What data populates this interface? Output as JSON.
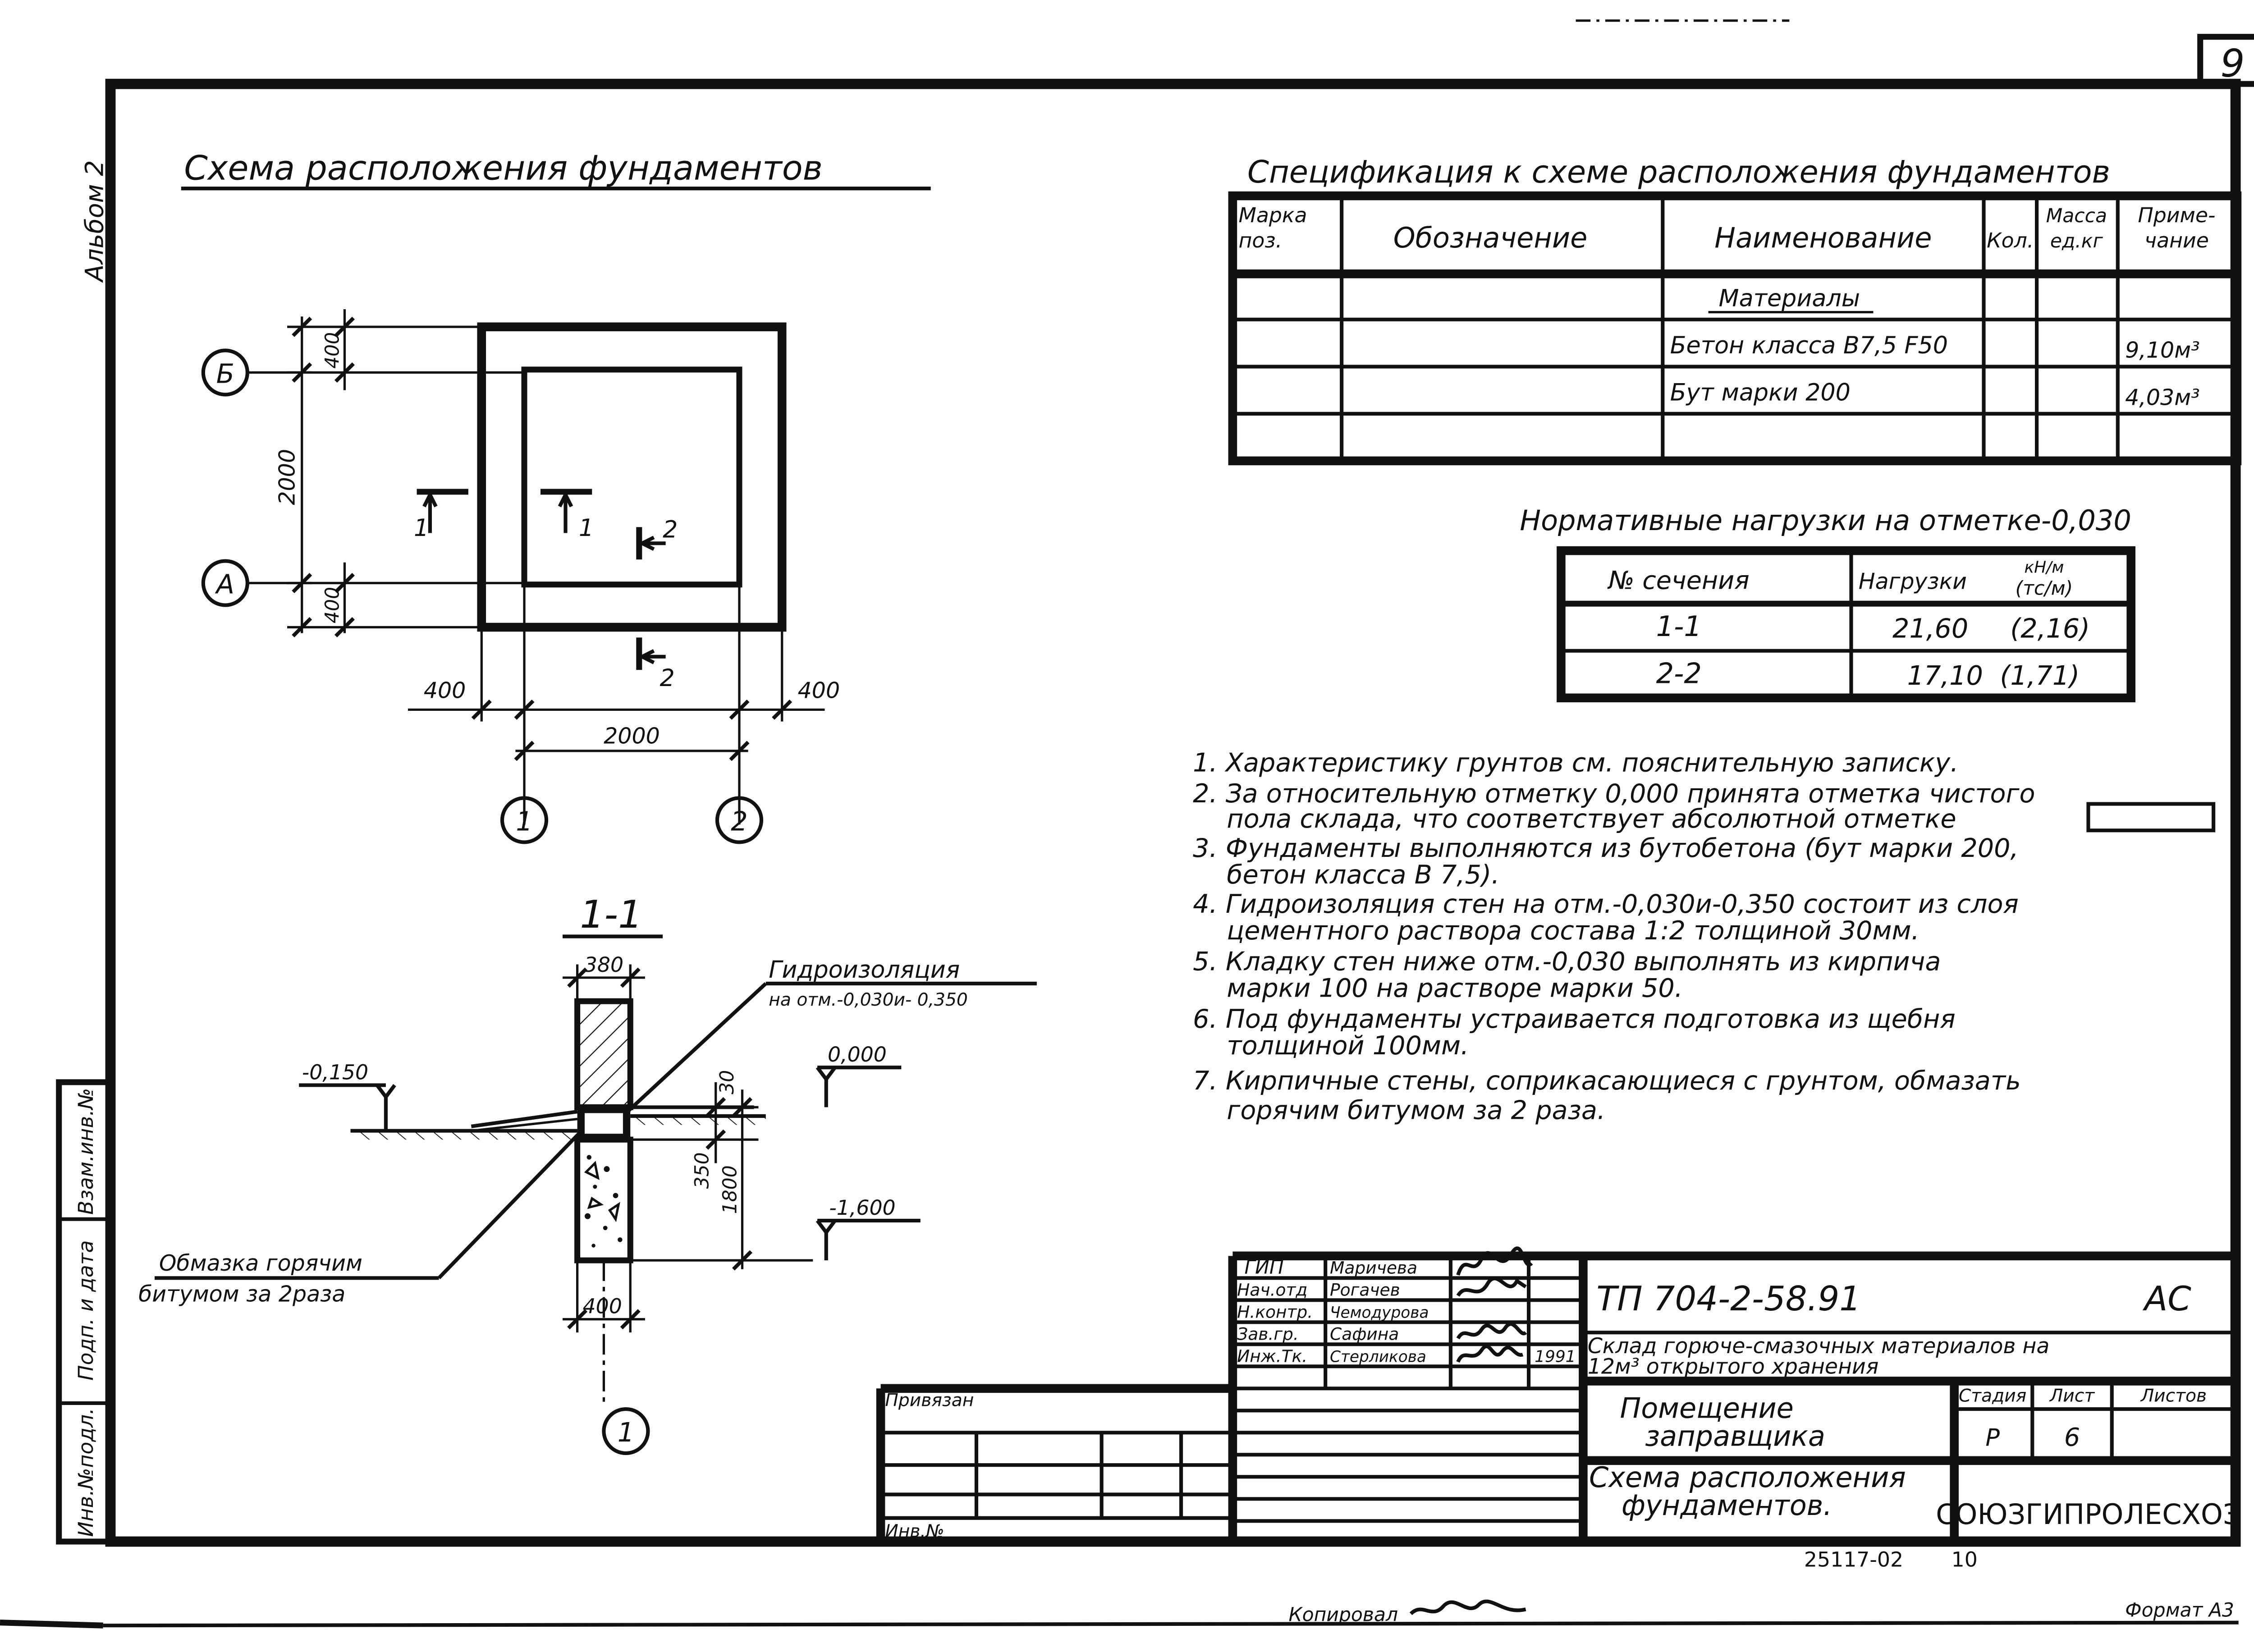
{
  "sheet": {
    "page_number": "9",
    "album_label": "Альбом 2",
    "copied_by": "Копировал",
    "format": "Формат А3",
    "archive_number": "25117-02",
    "archive_sheet": "10"
  },
  "plan": {
    "title": "Схема расположения фундаментов",
    "axes": {
      "b": "Б",
      "a": "А",
      "one": "1",
      "two": "2"
    },
    "dims": {
      "top_offset": "400",
      "height": "2000",
      "bottom_offset": "400",
      "left_offset": "400",
      "width": "2000",
      "right_offset": "400"
    },
    "cuts": {
      "c1": "1",
      "c2": "2"
    }
  },
  "section": {
    "title": "1-1",
    "wall_width": "380",
    "waterproof_title": "Гидроизоляция",
    "waterproof_level": "на отм.-0,030и- 0,350",
    "level_ground": "-0,150",
    "level_floor": "0,000",
    "level_bottom": "-1,600",
    "dim_30": "30",
    "dim_350": "350",
    "dim_1800": "1800",
    "footing_width": "400",
    "coating_line1": "Обмазка горячим",
    "coating_line2": "битумом за 2раза",
    "axis": "1"
  },
  "spec": {
    "title": "Спецификация к схеме расположения фундаментов",
    "headers": {
      "mark_line1": "Марка",
      "mark_line2": "поз.",
      "designation": "Обозначение",
      "name": "Наименование",
      "qty": "Кол.",
      "mass_line1": "Масса",
      "mass_line2": "ед.кг",
      "note_line1": "Приме-",
      "note_line2": "чание"
    },
    "rows": [
      {
        "name": "Материалы",
        "note": ""
      },
      {
        "name": "Бетон класса В7,5 F50",
        "note": "9,10м³"
      },
      {
        "name": "Бут марки 200",
        "note": "4,03м³"
      }
    ]
  },
  "loads": {
    "title": "Нормативные нагрузки на отметке-0,030",
    "col_section": "№ сечения",
    "col_load": "Нагрузки",
    "unit_line1": "кН/м",
    "unit_line2": "(тс/м)",
    "rows": [
      {
        "section": "1-1",
        "value": "21,60",
        "alt": "(2,16)"
      },
      {
        "section": "2-2",
        "value": "17,10",
        "alt": "(1,71)"
      }
    ]
  },
  "notes": [
    "1. Характеристику грунтов см. пояснительную записку.",
    "2. За относительную отметку 0,000 принята отметка чистого",
    "пола склада, что соответствует абсолютной отметке",
    "3. Фундаменты выполняются из бутобетона (бут марки 200,",
    "бетон класса В 7,5).",
    "4. Гидроизоляция стен на отм.-0,030и-0,350 состоит из слоя",
    "цементного раствора состава 1:2 толщиной 30мм.",
    "5. Кладку стен ниже отм.-0,030 выполнять из кирпича",
    "марки 100 на растворе марки 50.",
    "6. Под фундаменты устраивается подготовка из щебня",
    "толщиной 100мм.",
    "7. Кирпичные стены, соприкасающиеся с грунтом, обмазать",
    "горячим битумом за 2 раза."
  ],
  "title_block": {
    "roles": [
      "ГИП",
      "Нач.отд",
      "Н.контр.",
      "Зав.гр.",
      "Инж.Тк."
    ],
    "names": [
      "Маричева",
      "Рогачев",
      "Чемодурова",
      "Сафина",
      "Стерликова"
    ],
    "year": "1991",
    "doc_code": "ТП  704-2-58.91",
    "doc_mark": "АС",
    "project_line1": "Склад горюче-смазочных материалов на",
    "project_line2": "12м³ открытого хранения",
    "building_line1": "Помещение",
    "building_line2": "заправщика",
    "stage_label": "Стадия",
    "sheet_label": "Лист",
    "sheets_label": "Листов",
    "stage": "Р",
    "sheet_no": "6",
    "drawing_line1": "Схема расположения",
    "drawing_line2": "фундаментов.",
    "organization": "СОЮЗГИПРОЛЕСХОЗ",
    "bound_label": "Привязан",
    "inv_label": "Инв.№"
  },
  "side_stamps": [
    "Инв.№подл.",
    "Подп. и дата",
    "Взам.инв.№"
  ]
}
